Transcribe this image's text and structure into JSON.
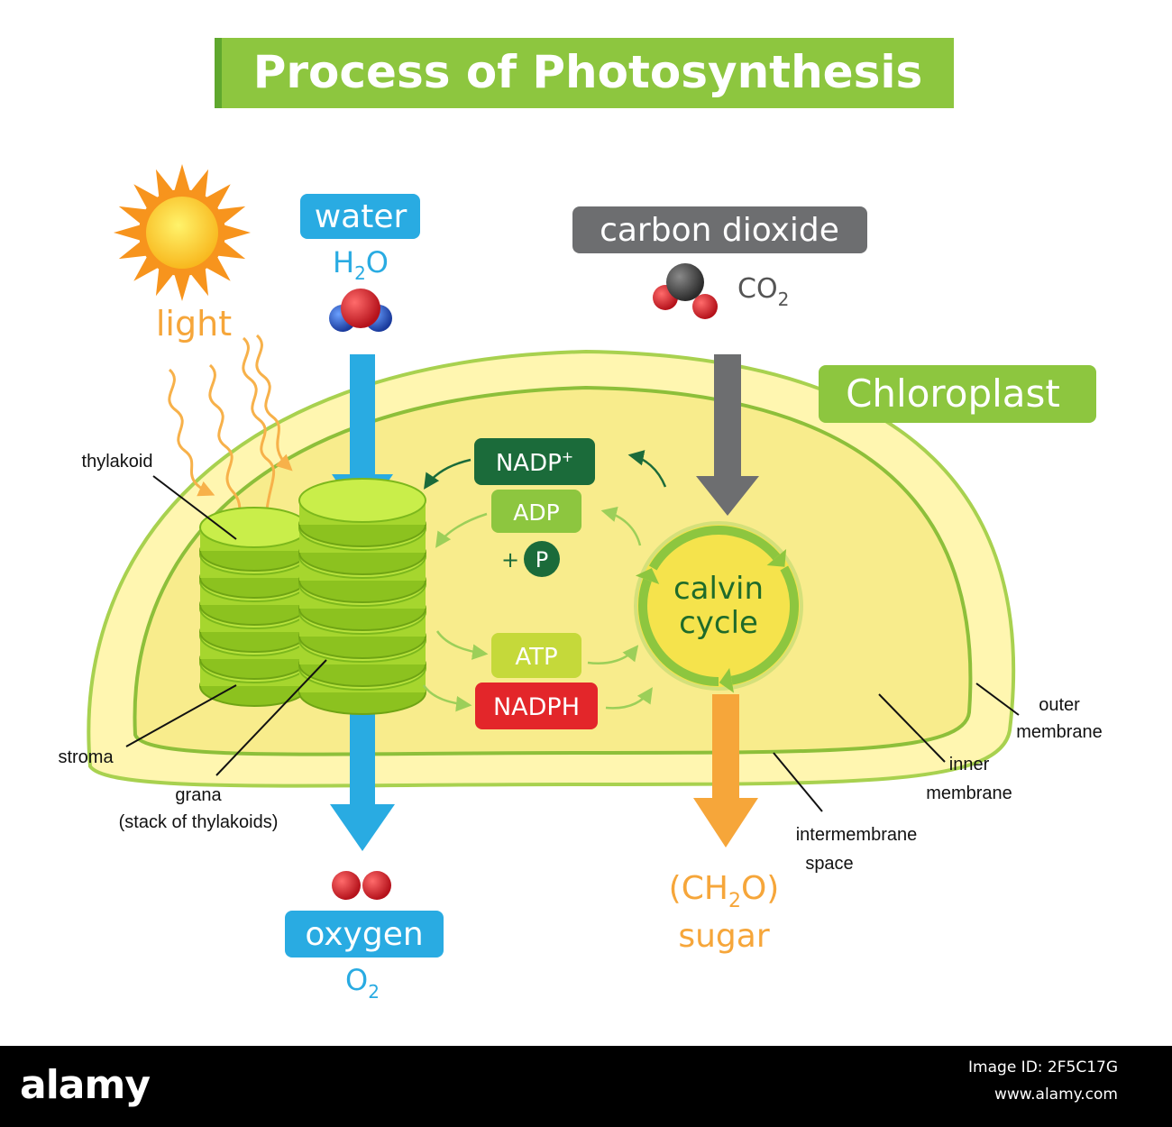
{
  "title": "Process of Photosynthesis",
  "inputs": {
    "light": "light",
    "water": {
      "label": "water",
      "formula_main": "H",
      "formula_sub": "2",
      "formula_end": "O"
    },
    "carbon_dioxide": {
      "label": "carbon dioxide",
      "formula_main": "CO",
      "formula_sub": "2"
    }
  },
  "outputs": {
    "oxygen": {
      "label": "oxygen",
      "formula_main": "O",
      "formula_sub": "2"
    },
    "sugar": {
      "formula_open": "(CH",
      "formula_sub": "2",
      "formula_close": "O)",
      "label": "sugar"
    }
  },
  "chloroplast_label": "Chloroplast",
  "molecules": {
    "nadp": "NADP",
    "nadp_sup": "+",
    "adp": "ADP",
    "phosphate_plus": "+",
    "phosphate": "P",
    "atp": "ATP",
    "nadph": "NADPH"
  },
  "calvin_cycle": {
    "line1": "calvin",
    "line2": "cycle"
  },
  "parts": {
    "thylakoid": "thylakoid",
    "stroma": "stroma",
    "grana_line1": "grana",
    "grana_line2": "(stack of thylakoids)",
    "outer_membrane_1": "outer",
    "outer_membrane_2": "membrane",
    "inner_membrane_1": "inner",
    "inner_membrane_2": "membrane",
    "intermembrane_1": "intermembrane",
    "intermembrane_2": "space"
  },
  "footer": {
    "brand": "alamy",
    "image_id": "Image ID: 2F5C17G",
    "url": "www.alamy.com"
  },
  "colors": {
    "title_green": "#8dc63f",
    "water_blue": "#29abe2",
    "co2_gray": "#6d6e70",
    "sun_orange": "#f7941d",
    "chloroplast_outer": "#fff6b0",
    "chloroplast_inner": "#f8ec8c",
    "thylakoid_green": "#a6d62e",
    "nadp_dark_green": "#1b6b3a",
    "adp_green": "#8dc63f",
    "atp_lime": "#c5d93a",
    "nadph_red": "#e3262a",
    "sugar_orange": "#f6a63a"
  }
}
